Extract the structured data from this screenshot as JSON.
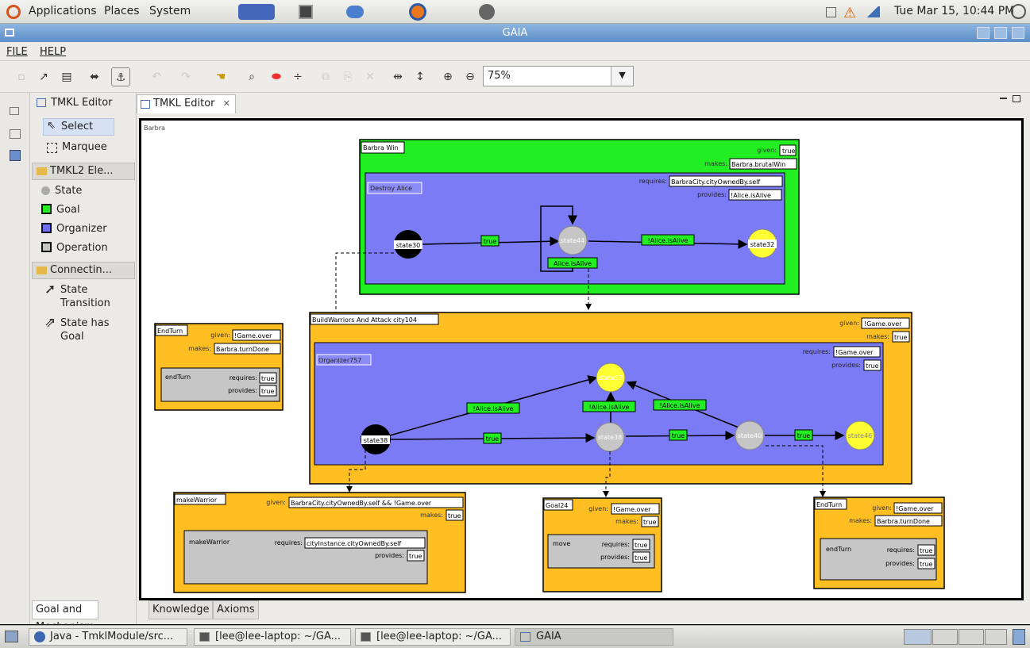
{
  "system_bar": {
    "menus": [
      "Applications",
      "Places",
      "System"
    ],
    "clock": "Tue Mar 15, 10:44 PM"
  },
  "window": {
    "title": "GAIA"
  },
  "menubar": {
    "file": "FILE",
    "help": "HELP"
  },
  "toolbar": {
    "zoom_value": "75%"
  },
  "palette": {
    "tab_title": "TMKL Editor",
    "tools": {
      "select": "Select",
      "marquee": "Marquee"
    },
    "elements_header": "TMKL2 Ele...",
    "elements": {
      "state": "State",
      "goal": "Goal",
      "organizer": "Organizer",
      "operation": "Operation"
    },
    "connections_header": "Connectin...",
    "connections": {
      "transition_line1": "State",
      "transition_line2": "Transition",
      "hasgoal_line1": "State has",
      "hasgoal_line2": "Goal"
    }
  },
  "editor": {
    "tab_title": "TMKL Editor",
    "canvas_label": "Barbra"
  },
  "diagram": {
    "barbra_win": {
      "title": "Barbra Win",
      "given_label": "given:",
      "given": "true",
      "makes_label": "makes:",
      "makes": "Barbra.brutalWin"
    },
    "destroy_alice": {
      "title": "Destroy Alice",
      "requires_label": "requires:",
      "requires": "BarbraCity.cityOwnedBy.self",
      "provides_label": "provides:",
      "provides": "!Alice.isAlive"
    },
    "d_states": {
      "s1": "state30",
      "s2": "state44",
      "s3": "state32"
    },
    "d_labels": {
      "true1": "true",
      "alive": "!Alice.isAlive",
      "loop": "Alice.isAlive"
    },
    "build": {
      "title": "BuildWarriors And Attack city104",
      "given_label": "given:",
      "given": "!Game.over",
      "makes_label": "makes:",
      "makes": "true"
    },
    "org757": {
      "title": "Organizer757",
      "requires_label": "requires:",
      "requires": "!Game.over",
      "provides_label": "provides:",
      "provides": "true"
    },
    "o_states": {
      "s1": "state38",
      "s2": "state57",
      "s3": "state38",
      "s4": "state40",
      "s5": "state46"
    },
    "o_labels": {
      "a1": "!Alice.isAlive",
      "a2": "!Alice.isAlive",
      "a3": "!Alice.isAlive",
      "t1": "true",
      "t2": "true",
      "t3": "true"
    },
    "endturn_left": {
      "title": "EndTurn",
      "given_label": "given:",
      "given": "!Game.over",
      "makes_label": "makes:",
      "makes": "Barbra.turnDone",
      "op": "endTurn",
      "requires_label": "requires:",
      "requires": "true",
      "provides_label": "provides:",
      "provides": "true"
    },
    "makewarrior": {
      "title": "makeWarrior",
      "given_label": "given:",
      "given": "BarbraCity.cityOwnedBy.self && !Game.over",
      "makes_label": "makes:",
      "makes": "true",
      "op": "makeWarrior",
      "requires_label": "requires:",
      "requires": "cityInstance.cityOwnedBy.self",
      "provides_label": "provides:",
      "provides": "true"
    },
    "goal24": {
      "title": "Goal24",
      "given_label": "given:",
      "given": "!Game.over",
      "makes_label": "makes:",
      "makes": "true",
      "op": "move",
      "requires_label": "requires:",
      "requires": "true",
      "provides_label": "provides:",
      "provides": "true"
    },
    "endturn_right": {
      "title": "EndTurn",
      "given_label": "given:",
      "given": "!Game.over",
      "makes_label": "makes:",
      "makes": "Barbra.turnDone",
      "op": "endTurn",
      "requires_label": "requires:",
      "requires": "true",
      "provides_label": "provides:",
      "provides": "true"
    }
  },
  "bottom_tabs": {
    "t1": "Goal and Mechanism",
    "t2": "Knowledge",
    "t3": "Axioms"
  },
  "taskbar": {
    "t1": "Java - TmklModule/src...",
    "t2": "[lee@lee-laptop: ~/GA...",
    "t3": "[lee@lee-laptop: ~/GA...",
    "t4": "GAIA"
  },
  "colors": {
    "goal": "#22ee22",
    "organizer": "#7b7bf5",
    "operation": "#c6c6c6",
    "outer_goal": "#ffbf22",
    "state_yellow": "#ffff33"
  }
}
